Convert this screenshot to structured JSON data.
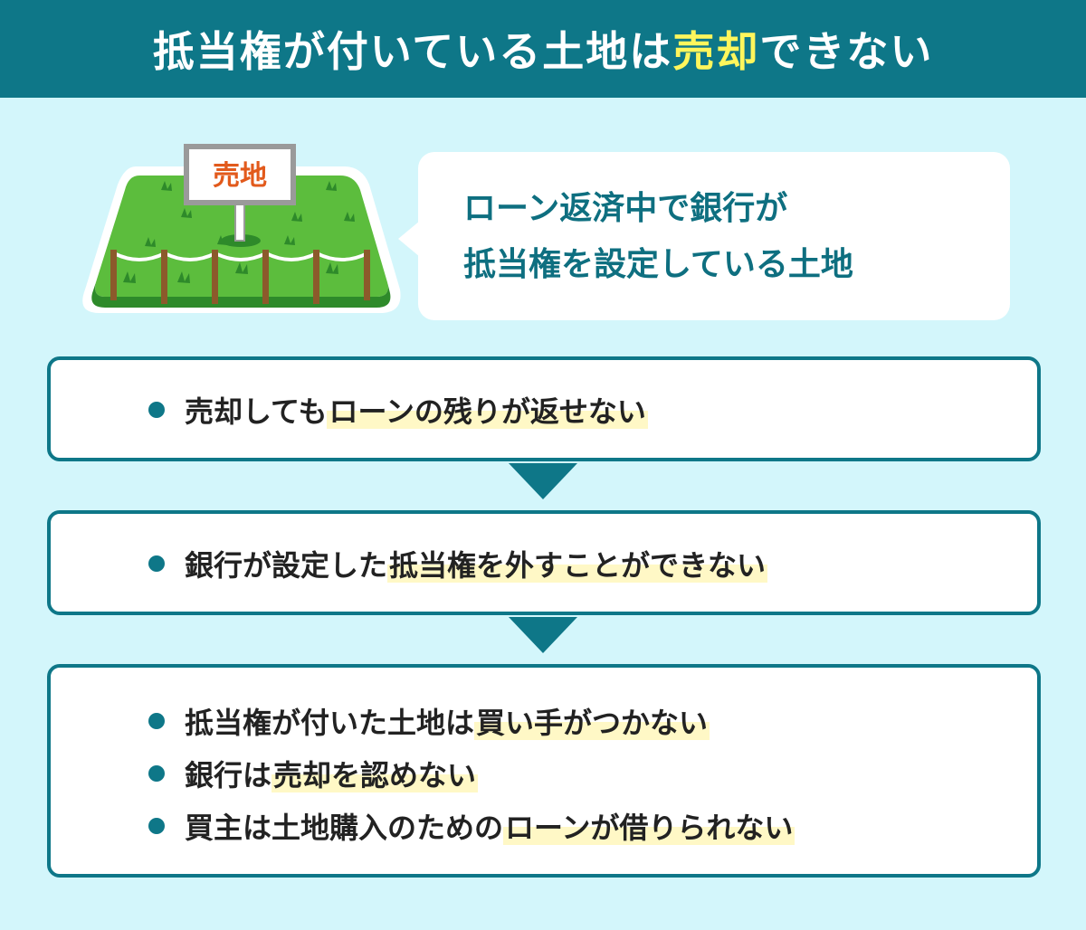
{
  "header": {
    "title_prefix": "抵当権が付いている土地は",
    "title_highlight": "売却",
    "title_suffix": "できない"
  },
  "colors": {
    "primary": "#0e7788",
    "background": "#d3f6fb",
    "title_highlight": "#fff65c",
    "marker": "#fff8c6",
    "sign_text": "#e25a1c",
    "grass": "#5cbd3d"
  },
  "illustration": {
    "sign_label": "売地",
    "icons": [
      "land-for-sale-sign",
      "grass-plot",
      "fence"
    ]
  },
  "bubble": {
    "line1": "ローン返済中で銀行が",
    "line2": "抵当権を設定している土地"
  },
  "boxes": [
    {
      "items": [
        {
          "plain": "売却しても",
          "marked": "ローンの残りが返せない"
        }
      ]
    },
    {
      "items": [
        {
          "plain": "銀行が設定した",
          "marked": "抵当権を外すことができない"
        }
      ]
    },
    {
      "items": [
        {
          "plain": "抵当権が付いた土地は",
          "marked": "買い手がつかない"
        },
        {
          "plain": "銀行は",
          "marked": "売却を認めない"
        },
        {
          "plain": "買主は土地購入のための",
          "marked": "ローンが借りられない"
        }
      ]
    }
  ]
}
